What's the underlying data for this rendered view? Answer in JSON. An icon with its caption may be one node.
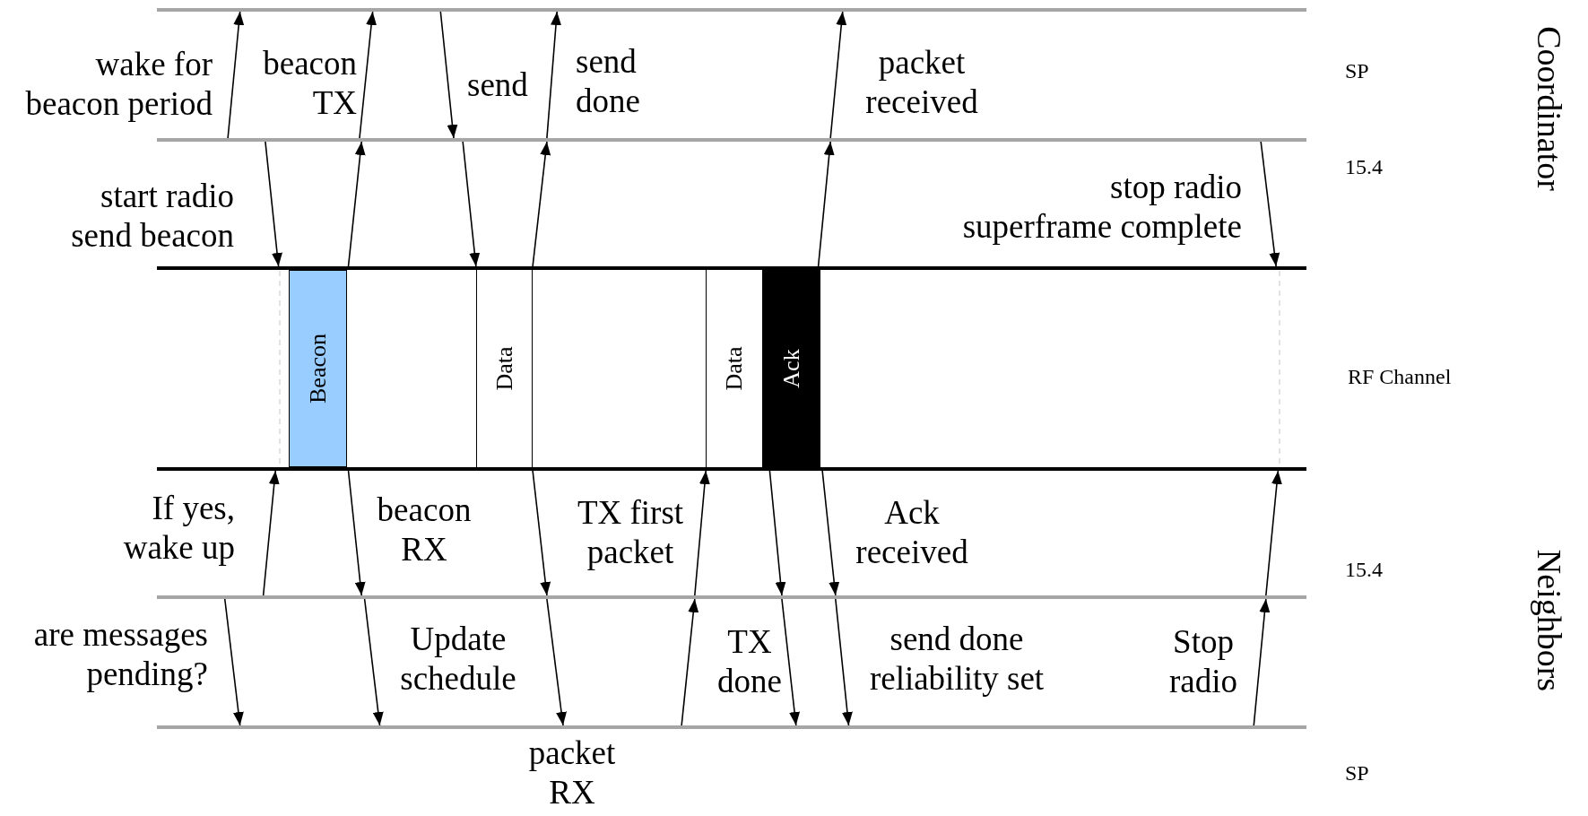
{
  "diagram": {
    "nodes": [
      {
        "text": [],
        "shape": "bar"
      },
      {
        "text": [],
        "shape": "bar"
      },
      {
        "text": [],
        "shape": "bar"
      },
      {
        "text": [
          "Beacon"
        ]
      },
      {
        "text": [
          "Data"
        ]
      },
      {
        "text": [
          "Data"
        ]
      },
      {
        "text": [
          "Ack"
        ]
      },
      {
        "text": [],
        "shape": "bar"
      },
      {
        "text": [],
        "shape": "bar"
      },
      {
        "text": [],
        "shape": "bar"
      }
    ],
    "edges": [
      {
        "from": 1,
        "to": 0,
        "arrow": "to"
      },
      {
        "from": 1,
        "to": 2,
        "arrow": "to"
      },
      {
        "from": 2,
        "to": 1,
        "arrow": "to"
      },
      {
        "from": 1,
        "to": 0,
        "arrow": "to"
      },
      {
        "from": 0,
        "to": 1,
        "arrow": "to"
      },
      {
        "from": 1,
        "to": 2,
        "arrow": "to"
      },
      {
        "from": 2,
        "to": 1,
        "arrow": "to"
      },
      {
        "from": 1,
        "to": 0,
        "arrow": "to"
      },
      {
        "from": 2,
        "to": 1,
        "arrow": "to"
      },
      {
        "from": 1,
        "to": 0,
        "arrow": "to"
      },
      {
        "from": 1,
        "to": 2,
        "arrow": "to"
      },
      {
        "from": 8,
        "to": 7,
        "arrow": "to"
      },
      {
        "from": 8,
        "to": 9,
        "arrow": "to"
      },
      {
        "from": 7,
        "to": 8,
        "arrow": "to"
      },
      {
        "from": 8,
        "to": 9,
        "arrow": "to"
      },
      {
        "from": 7,
        "to": 8,
        "arrow": "to"
      },
      {
        "from": 8,
        "to": 9,
        "arrow": "to"
      },
      {
        "from": 9,
        "to": 8,
        "arrow": "to"
      },
      {
        "from": 8,
        "to": 7,
        "arrow": "to"
      },
      {
        "from": 7,
        "to": 8,
        "arrow": "to"
      },
      {
        "from": 8,
        "to": 9,
        "arrow": "to"
      },
      {
        "from": 7,
        "to": 8,
        "arrow": "to"
      },
      {
        "from": 8,
        "to": 9,
        "arrow": "to"
      },
      {
        "from": 9,
        "to": 8,
        "arrow": "to"
      },
      {
        "from": 8,
        "to": 7,
        "arrow": "to"
      }
    ],
    "labels": [
      "wake for beacon period",
      "beacon TX",
      "send",
      "send done",
      "packet received",
      "Coordinator",
      "SP",
      "start radio send beacon",
      "stop radio superframe complete",
      "15.4",
      "RF Channel",
      "If yes, wake up",
      "beacon RX",
      "TX first packet",
      "Ack received",
      "Neighbors",
      "15.4",
      "are messages pending?",
      "Update schedule",
      "TX done",
      "send done reliability set",
      "Stop radio",
      "packet RX",
      "SP"
    ]
  }
}
